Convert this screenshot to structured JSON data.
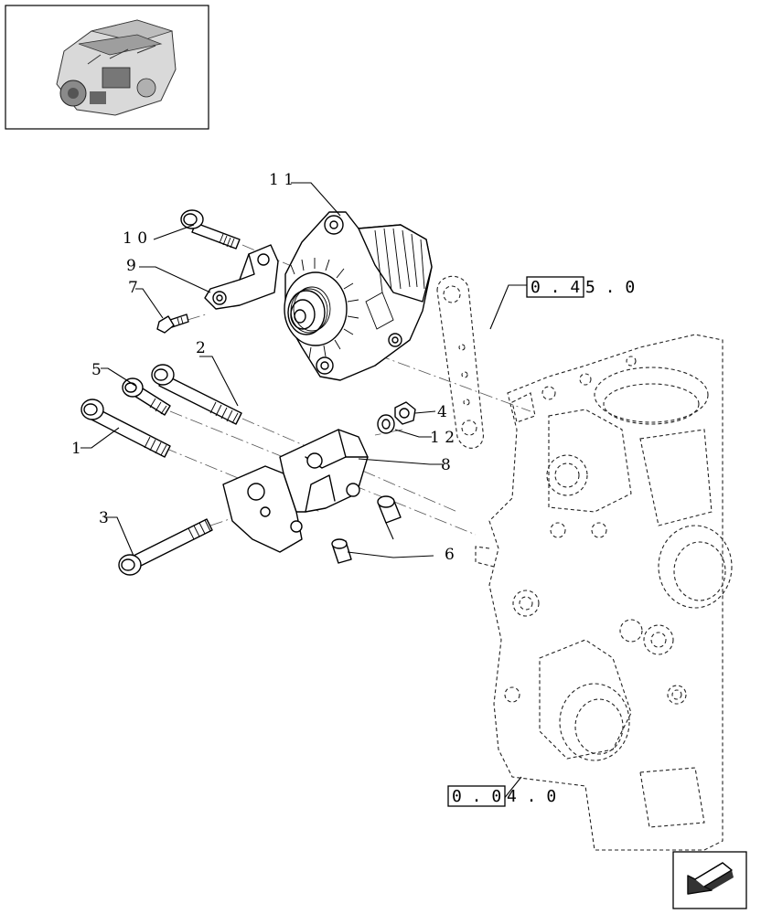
{
  "callouts": {
    "c1": "1",
    "c2": "2",
    "c3": "3",
    "c4": "4",
    "c5": "5",
    "c6": "6",
    "c7": "7",
    "c8": "8",
    "c9": "9",
    "c10": "1 0",
    "c11": "1 1",
    "c12": "1 2"
  },
  "references": {
    "ref_top_boxed": "0 . 4",
    "ref_top_tail": "5 . 0",
    "ref_bottom_boxed": "0 . 0",
    "ref_bottom_tail": "4 . 0"
  },
  "icons": {
    "thumbnail": "engine-thumbnail-icon",
    "navigation": "next-page-arrow-icon"
  }
}
